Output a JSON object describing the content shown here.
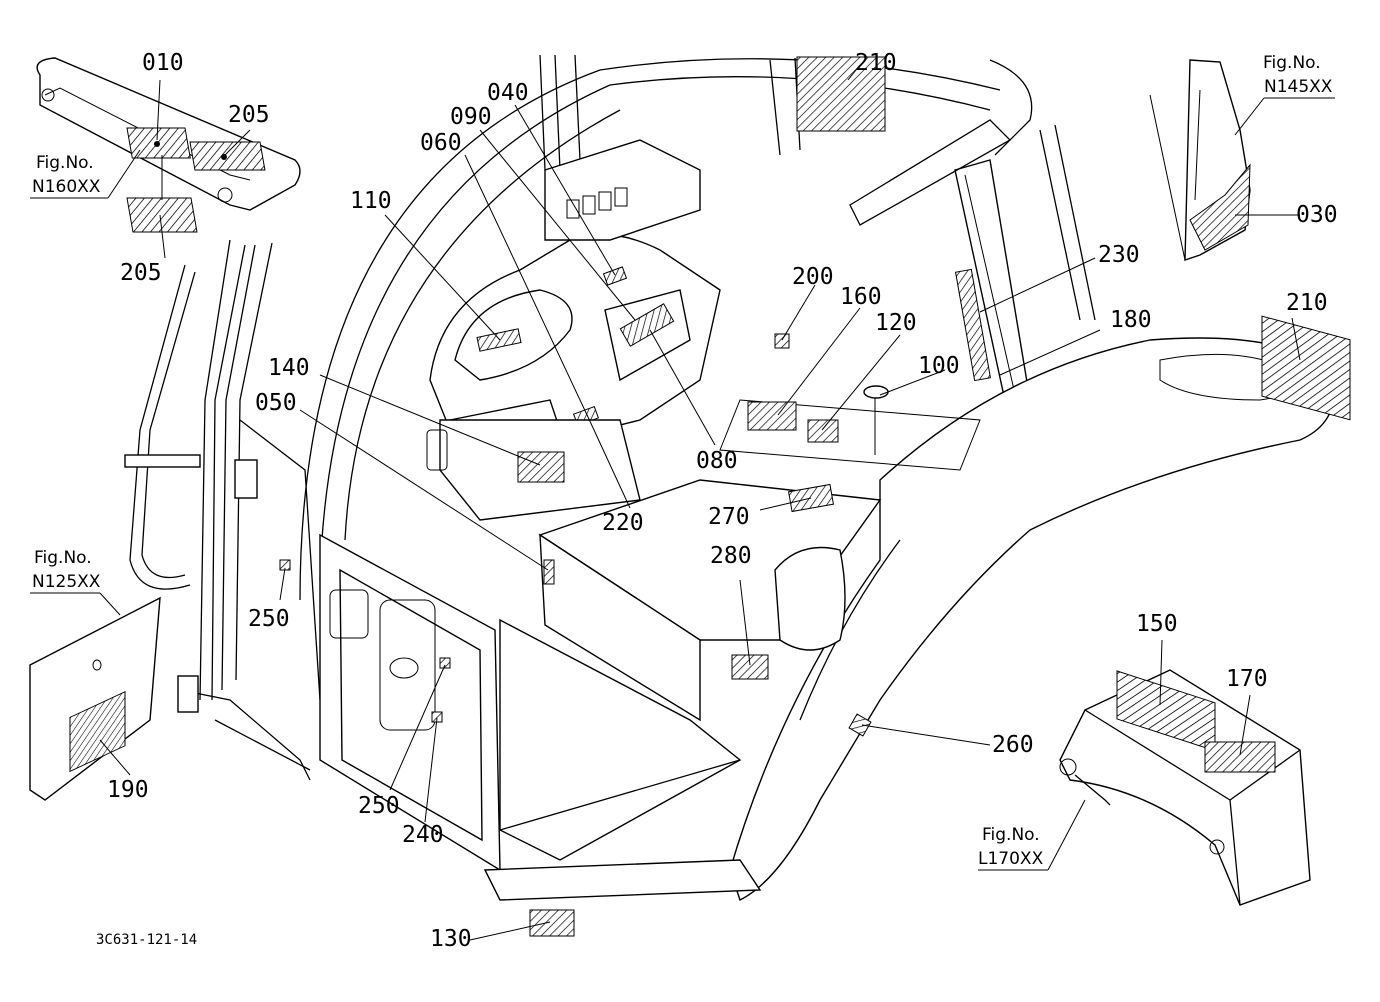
{
  "drawing": {
    "code": "3C631-121-14",
    "callouts": [
      "010",
      "205",
      "205",
      "040",
      "090",
      "060",
      "110",
      "210",
      "030",
      "230",
      "200",
      "160",
      "120",
      "180",
      "210",
      "100",
      "140",
      "050",
      "080",
      "220",
      "270",
      "280",
      "250",
      "250",
      "240",
      "130",
      "150",
      "170",
      "260",
      "190"
    ],
    "figure_refs": [
      {
        "label": "Fig.No.",
        "id": "N160XX"
      },
      {
        "label": "Fig.No.",
        "id": "N145XX"
      },
      {
        "label": "Fig.No.",
        "id": "N125XX"
      },
      {
        "label": "Fig.No.",
        "id": "L170XX"
      }
    ]
  }
}
